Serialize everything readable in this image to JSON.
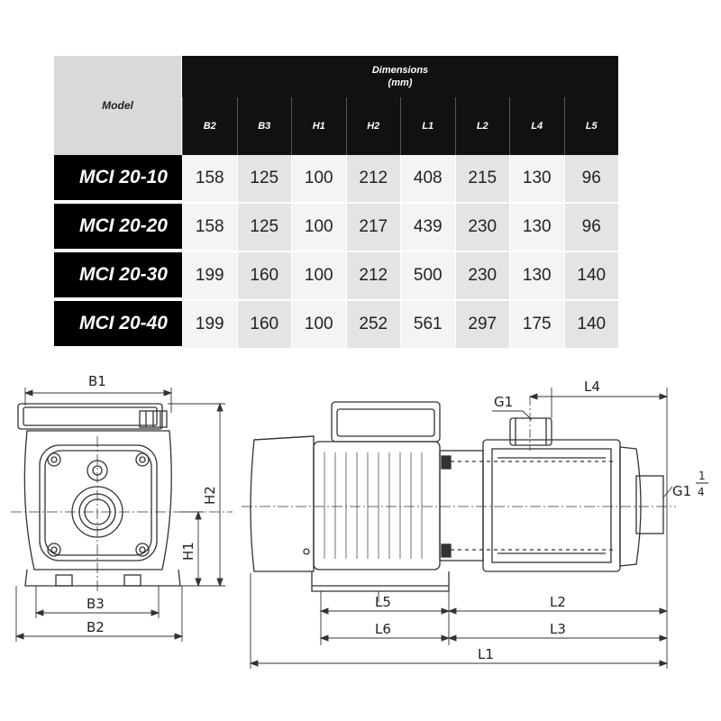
{
  "table": {
    "model_header": "Model",
    "dimensions_header": "Dimensions",
    "unit_header": "(mm)",
    "columns": [
      "B2",
      "B3",
      "H1",
      "H2",
      "L1",
      "L2",
      "L4",
      "L5"
    ],
    "rows": [
      {
        "model": "MCI 20-10",
        "values": [
          "158",
          "125",
          "100",
          "212",
          "408",
          "215",
          "130",
          "96"
        ]
      },
      {
        "model": "MCI 20-20",
        "values": [
          "158",
          "125",
          "100",
          "217",
          "439",
          "230",
          "130",
          "96"
        ]
      },
      {
        "model": "MCI 20-30",
        "values": [
          "199",
          "160",
          "100",
          "212",
          "500",
          "230",
          "130",
          "140"
        ]
      },
      {
        "model": "MCI 20-40",
        "values": [
          "199",
          "160",
          "100",
          "252",
          "561",
          "297",
          "175",
          "140"
        ]
      }
    ]
  },
  "drawing": {
    "labels": {
      "b1": "B1",
      "b2": "B2",
      "b3": "B3",
      "h1": "H1",
      "h2": "H2",
      "g1": "G1",
      "l1": "L1",
      "l2": "L2",
      "l3": "L3",
      "l4": "L4",
      "l5": "L5",
      "l6": "L6",
      "g_outlet": "G1",
      "g_frac_num": "1",
      "g_frac_den": "4"
    }
  }
}
